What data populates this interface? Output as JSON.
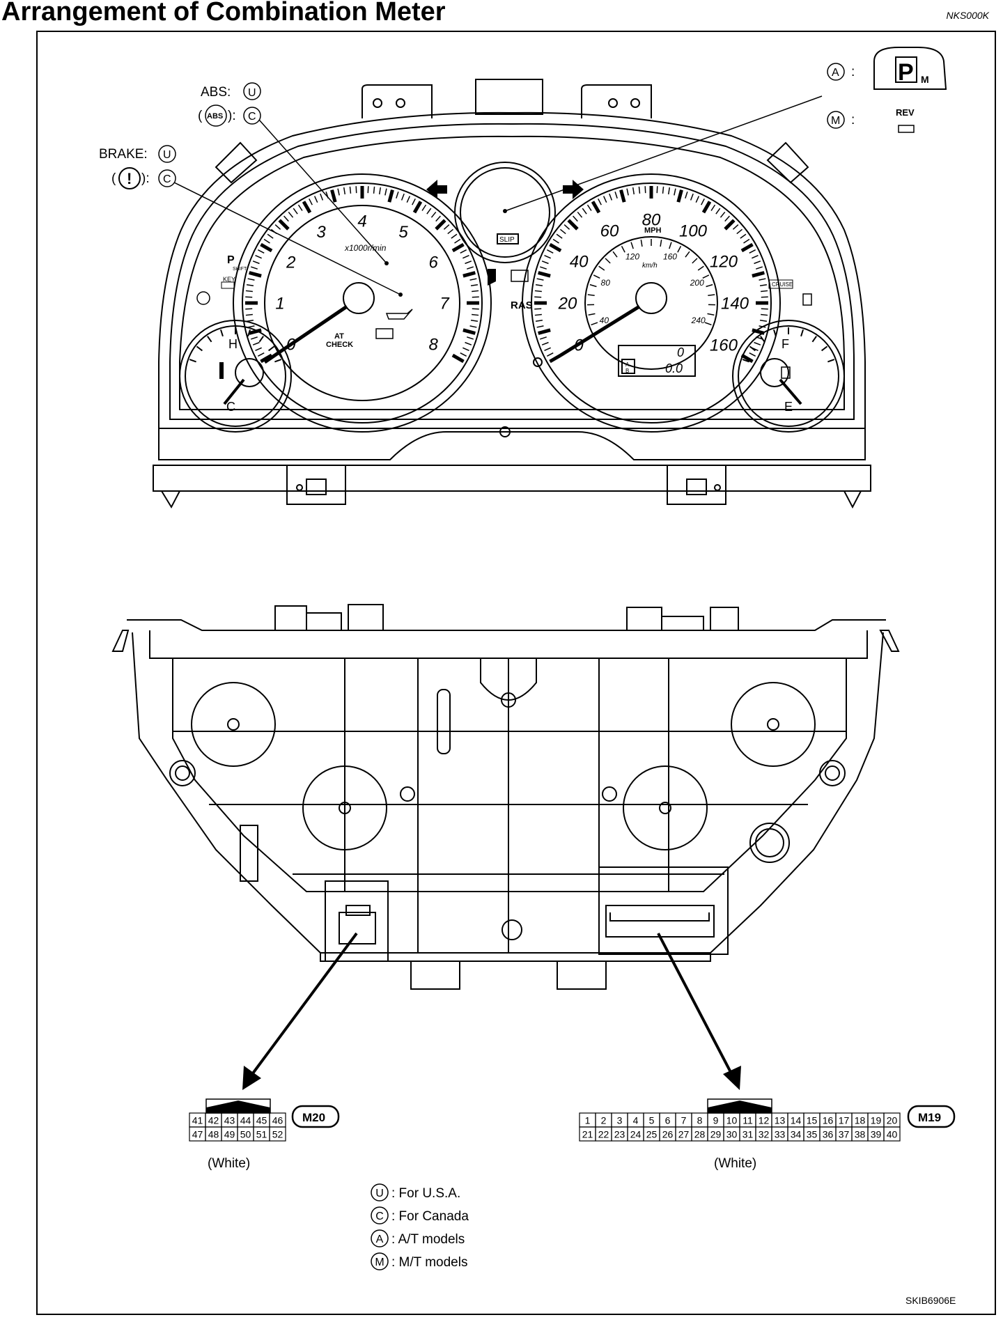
{
  "title": "Arrangement of Combination Meter",
  "doc_code": "NKS000K",
  "figure_code": "SKIB6906E",
  "callouts": {
    "abs_label": "ABS:",
    "brake_label": "BRAKE:",
    "abs_symbol": "ABS",
    "brake_symbol": "!",
    "a_label": "A",
    "m_label": "M",
    "u_label": "U",
    "c_label": "C",
    "colon": ":",
    "close_colon": "):",
    "open_paren": "(",
    "rev_label": "REV",
    "p_indicator": "P",
    "m_indicator": "M"
  },
  "tachometer": {
    "numbers": [
      "0",
      "1",
      "2",
      "3",
      "4",
      "5",
      "6",
      "7",
      "8"
    ],
    "unit": "x1000r/min",
    "at_check": "AT\nCHECK"
  },
  "speedometer": {
    "mph": [
      "0",
      "20",
      "40",
      "60",
      "80",
      "100",
      "120",
      "140",
      "160"
    ],
    "kmh": [
      "40",
      "80",
      "120",
      "160",
      "200",
      "240"
    ],
    "mph_label": "MPH",
    "kmh_label": "km/h",
    "odo": "0",
    "trip": "0.0",
    "ab": "A\nB"
  },
  "temp_gauge": {
    "high": "H",
    "low": "C"
  },
  "fuel_gauge": {
    "full": "F",
    "empty": "E"
  },
  "indicators": {
    "slip": "SLIP",
    "ras": "RAS",
    "cruise": "CRUISE",
    "key": "KEY",
    "shift": "SHIFT"
  },
  "connectors": {
    "m20": {
      "name": "M20",
      "color": "(White)",
      "row1": [
        "41",
        "42",
        "43",
        "44",
        "45",
        "46"
      ],
      "row2": [
        "47",
        "48",
        "49",
        "50",
        "51",
        "52"
      ]
    },
    "m19": {
      "name": "M19",
      "color": "(White)",
      "row1": [
        "1",
        "2",
        "3",
        "4",
        "5",
        "6",
        "7",
        "8",
        "9",
        "10",
        "11",
        "12",
        "13",
        "14",
        "15",
        "16",
        "17",
        "18",
        "19",
        "20"
      ],
      "row2": [
        "21",
        "22",
        "23",
        "24",
        "25",
        "26",
        "27",
        "28",
        "29",
        "30",
        "31",
        "32",
        "33",
        "34",
        "35",
        "36",
        "37",
        "38",
        "39",
        "40"
      ]
    }
  },
  "legend": [
    {
      "symbol": "U",
      "text": ": For U.S.A."
    },
    {
      "symbol": "C",
      "text": ": For Canada"
    },
    {
      "symbol": "A",
      "text": ": A/T models"
    },
    {
      "symbol": "M",
      "text": ": M/T models"
    }
  ]
}
